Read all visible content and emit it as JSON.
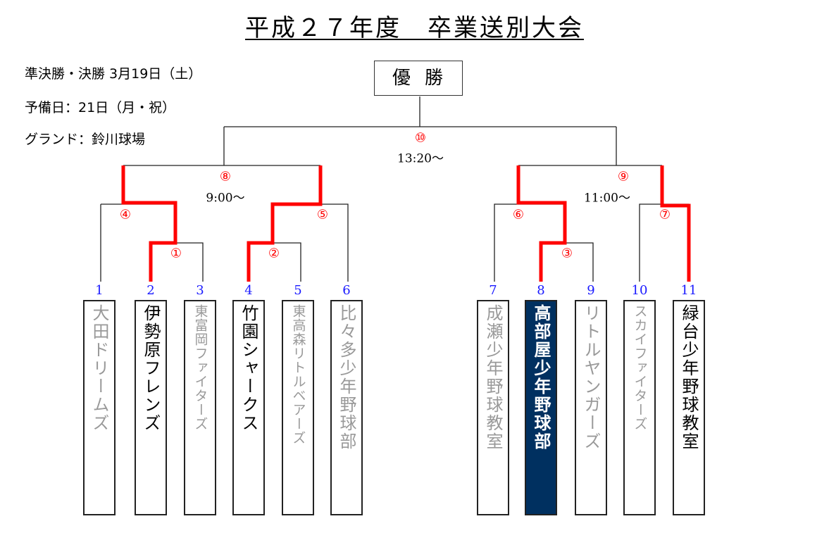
{
  "title": "平成２７年度　卒業送別大会",
  "info": [
    "準決勝・決勝 3月19日（土）",
    "予備日：21日（月・祝）",
    "グランド：鈴川球場"
  ],
  "winner_label": "優勝",
  "colors": {
    "win_line": "#ff0000",
    "champion_bg": "#003060",
    "team_number": "#1a1aff"
  },
  "matches": [
    {
      "id": "①"
    },
    {
      "id": "②"
    },
    {
      "id": "③"
    },
    {
      "id": "④"
    },
    {
      "id": "⑤"
    },
    {
      "id": "⑥"
    },
    {
      "id": "⑦"
    },
    {
      "id": "⑧",
      "time": "9:00～"
    },
    {
      "id": "⑨",
      "time": "11:00～"
    },
    {
      "id": "⑩",
      "time": "13:20～"
    }
  ],
  "teams": [
    {
      "no": "1",
      "name": "大田ドリームズ",
      "status": "lost"
    },
    {
      "no": "2",
      "name": "伊勢原フレンズ",
      "status": "win"
    },
    {
      "no": "3",
      "name": "東富岡ファイターズ",
      "status": "lost"
    },
    {
      "no": "4",
      "name": "竹園シャークス",
      "status": "win"
    },
    {
      "no": "5",
      "name": "東高森リトルベアーズ",
      "status": "lost"
    },
    {
      "no": "6",
      "name": "比々多少年野球部",
      "status": "lost"
    },
    {
      "no": "7",
      "name": "成瀬少年野球教室",
      "status": "lost"
    },
    {
      "no": "8",
      "name": "高部屋少年野球部",
      "status": "champ"
    },
    {
      "no": "9",
      "name": "リトルヤンガーズ",
      "status": "lost"
    },
    {
      "no": "10",
      "name": "スカイファイターズ",
      "status": "lost"
    },
    {
      "no": "11",
      "name": "緑台少年野球教室",
      "status": "win"
    }
  ]
}
